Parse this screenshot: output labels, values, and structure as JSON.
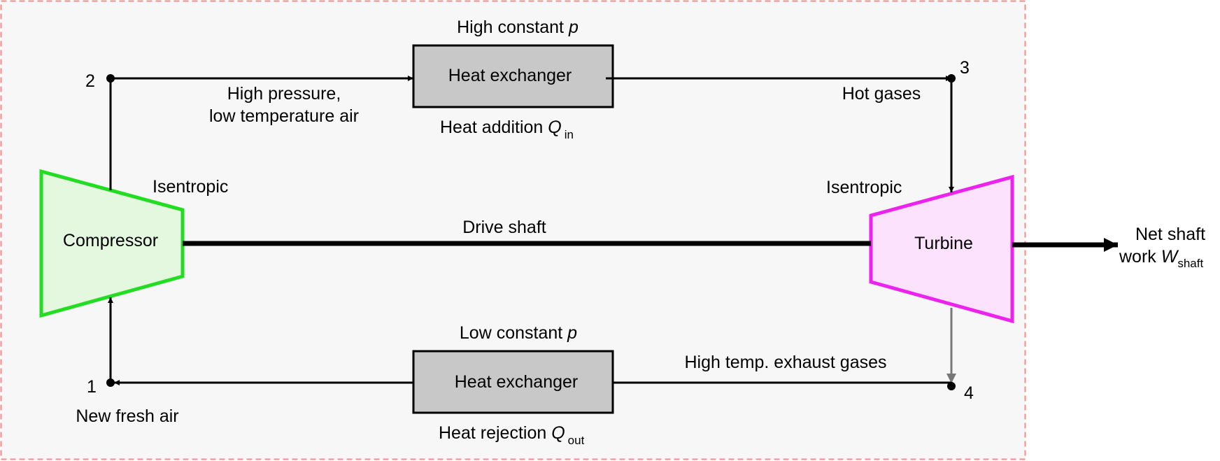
{
  "colors": {
    "frame_border": "#f08c8c",
    "frame_fill": "#f7f7f7",
    "compressor_stroke": "#22dd22",
    "compressor_fill": "#e4f8e0",
    "turbine_stroke": "#ee22ee",
    "turbine_fill": "#fde2fd",
    "exchanger_fill": "#c8c8c8",
    "line": "#000000",
    "exhaust_arrow": "#777777"
  },
  "components": {
    "compressor": "Compressor",
    "turbine": "Turbine",
    "heat_exchanger_top": "Heat exchanger",
    "heat_exchanger_bottom": "Heat exchanger"
  },
  "states": {
    "s1": "1",
    "s2": "2",
    "s3": "3",
    "s4": "4"
  },
  "labels": {
    "high_constant_p_text": "High constant ",
    "high_constant_p_var": "p",
    "low_constant_p_text": "Low constant ",
    "low_constant_p_var": "p",
    "high_pressure_line1": "High pressure,",
    "high_pressure_line2": "low temperature air",
    "heat_addition_text": "Heat addition ",
    "heat_addition_var": "Q",
    "heat_addition_sub": "in",
    "heat_rejection_text": "Heat rejection ",
    "heat_rejection_var": "Q",
    "heat_rejection_sub": "out",
    "hot_gases": "Hot gases",
    "isentropic_compressor": "Isentropic",
    "isentropic_turbine": "Isentropic",
    "drive_shaft": "Drive shaft",
    "exhaust_gases": "High temp. exhaust gases",
    "fresh_air": "New fresh air",
    "net_shaft_line1": "Net shaft",
    "net_shaft_line2_text": "work ",
    "net_shaft_var": "W",
    "net_shaft_sub": "shaft"
  }
}
